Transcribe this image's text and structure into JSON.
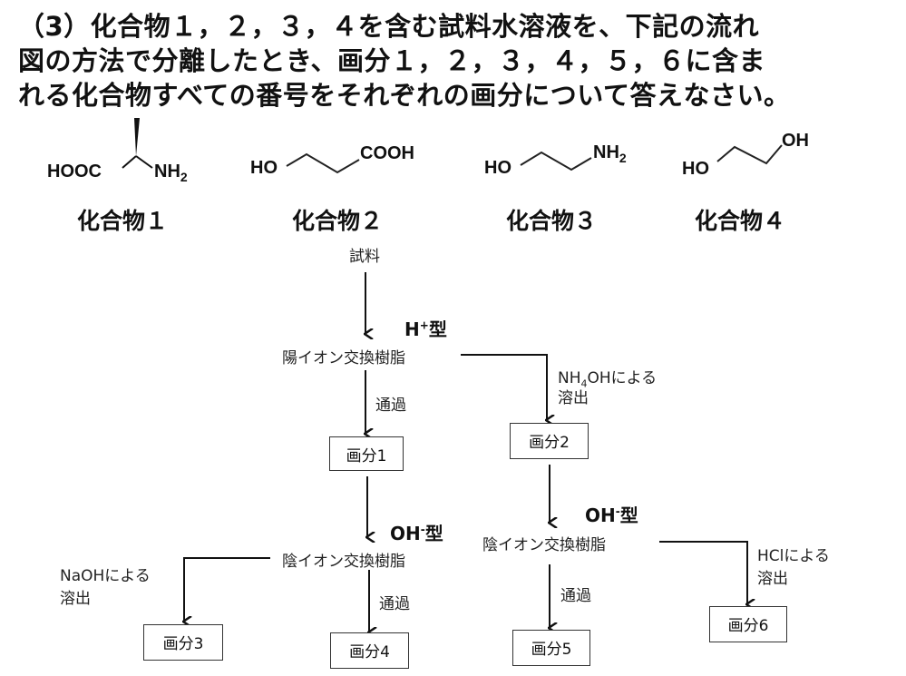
{
  "question": {
    "line1": "（3）化合物１，２，３，４を含む試料水溶液を、下記の流れ",
    "line2": "図の方法で分離したとき、画分１，２，３，４，５，６に含ま",
    "line3": "れる化合物すべての番号をそれぞれの画分について答えなさい。"
  },
  "compounds": [
    {
      "name": "化合物１",
      "structure": {
        "left": "HOOC",
        "right": "NH",
        "right_sub": "2"
      }
    },
    {
      "name": "化合物２",
      "structure": {
        "left": "HO",
        "right": "COOH"
      }
    },
    {
      "name": "化合物３",
      "structure": {
        "left": "HO",
        "right": "NH",
        "right_sub": "2"
      }
    },
    {
      "name": "化合物４",
      "structure": {
        "left": "HO",
        "right": "OH"
      }
    }
  ],
  "flow": {
    "sample": "試料",
    "cation_type": {
      "main": "H",
      "sup": "+",
      "suffix": "型"
    },
    "cation_resin": "陽イオン交換樹脂",
    "anion_type": {
      "main": "OH",
      "sup": "-",
      "suffix": "型"
    },
    "anion_resin": "陰イオン交換樹脂",
    "pass_through": "通過",
    "elution_nh4oh": {
      "pre": "NH",
      "sub": "4",
      "post": "OHによる",
      "line2": "溶出"
    },
    "elution_naoh": {
      "line1": "NaOHによる",
      "line2": "溶出"
    },
    "elution_hcl": {
      "line1": "HClによる",
      "line2": "溶出"
    },
    "fractions": [
      "画分1",
      "画分2",
      "画分3",
      "画分4",
      "画分5",
      "画分6"
    ]
  }
}
